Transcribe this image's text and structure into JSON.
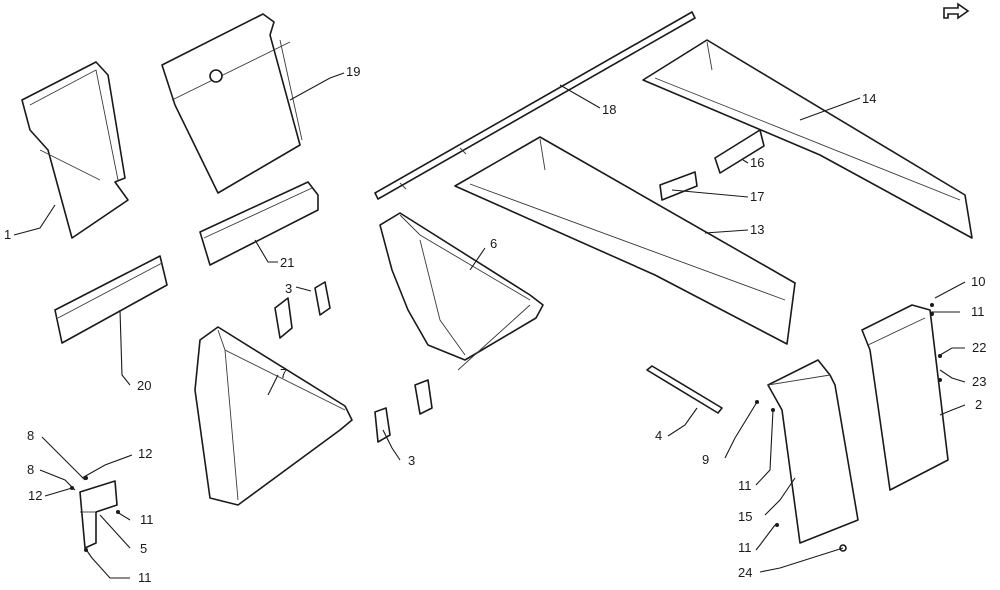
{
  "callouts": [
    {
      "id": "c1",
      "text": "1"
    },
    {
      "id": "c19",
      "text": "19"
    },
    {
      "id": "c18",
      "text": "18"
    },
    {
      "id": "c14",
      "text": "14"
    },
    {
      "id": "c16",
      "text": "16"
    },
    {
      "id": "c17",
      "text": "17"
    },
    {
      "id": "c13",
      "text": "13"
    },
    {
      "id": "c21",
      "text": "21"
    },
    {
      "id": "c6",
      "text": "6"
    },
    {
      "id": "c3a",
      "text": "3"
    },
    {
      "id": "c20",
      "text": "20"
    },
    {
      "id": "c7",
      "text": "7"
    },
    {
      "id": "c3b",
      "text": "3"
    },
    {
      "id": "c4",
      "text": "4"
    },
    {
      "id": "c8a",
      "text": "8"
    },
    {
      "id": "c8b",
      "text": "8"
    },
    {
      "id": "c12a",
      "text": "12"
    },
    {
      "id": "c12b",
      "text": "12"
    },
    {
      "id": "c11a",
      "text": "11"
    },
    {
      "id": "c5",
      "text": "5"
    },
    {
      "id": "c11b",
      "text": "11"
    },
    {
      "id": "c10",
      "text": "10"
    },
    {
      "id": "c11c",
      "text": "11"
    },
    {
      "id": "c22",
      "text": "22"
    },
    {
      "id": "c23",
      "text": "23"
    },
    {
      "id": "c2",
      "text": "2"
    },
    {
      "id": "c9",
      "text": "9"
    },
    {
      "id": "c11d",
      "text": "11"
    },
    {
      "id": "c15",
      "text": "15"
    },
    {
      "id": "c11e",
      "text": "11"
    },
    {
      "id": "c24",
      "text": "24"
    }
  ],
  "icons": {
    "nav": "navigation-arrow-icon"
  },
  "colors": {
    "line": "#1a1a1a",
    "background": "#ffffff"
  }
}
